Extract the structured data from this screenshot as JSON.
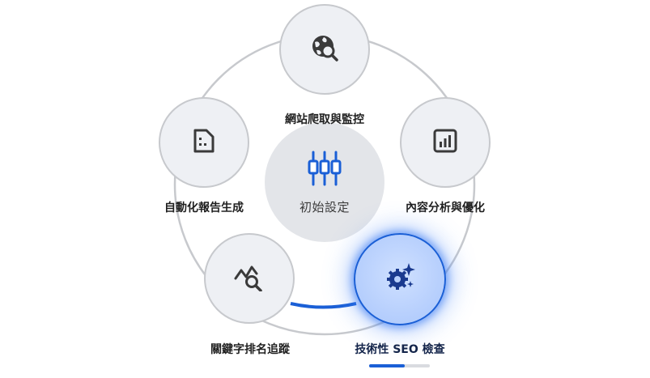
{
  "center": {
    "label": "初始設定",
    "icon": "sliders-icon"
  },
  "steps": [
    {
      "key": "crawl",
      "label": "網站爬取與監控",
      "icon": "globe-search-icon",
      "active": false
    },
    {
      "key": "content",
      "label": "內容分析與優化",
      "icon": "bar-chart-icon",
      "active": false
    },
    {
      "key": "technical",
      "label": "技術性 SEO 檢查",
      "icon": "gear-sparkle-icon",
      "active": true
    },
    {
      "key": "keyword",
      "label": "關鍵字排名追蹤",
      "icon": "trend-search-icon",
      "active": false
    },
    {
      "key": "report",
      "label": "自動化報告生成",
      "icon": "document-icon",
      "active": false
    }
  ],
  "colors": {
    "accent": "#1a5fd6",
    "ring": "#c7c9cd",
    "node_fill": "#eef0f4",
    "center_fill": "#e3e5e9"
  },
  "progress": {
    "fraction": 0.58
  }
}
